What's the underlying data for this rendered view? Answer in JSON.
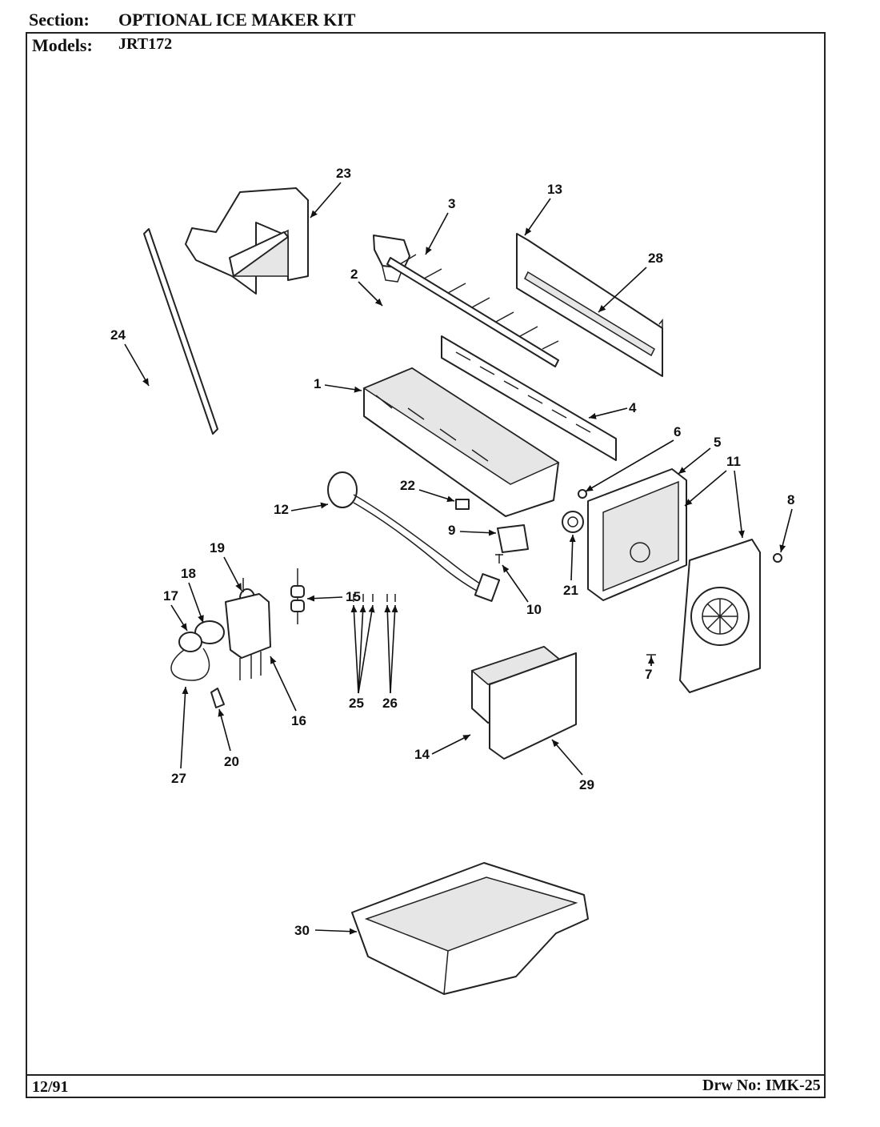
{
  "header": {
    "section_label": "Section:",
    "section_value": "OPTIONAL ICE MAKER KIT",
    "models_label": "Models:",
    "models_value": "JRT172"
  },
  "footer": {
    "date": "12/91",
    "drawing_number": "Drw No: IMK-25"
  },
  "callouts": [
    "1",
    "2",
    "3",
    "4",
    "5",
    "6",
    "7",
    "8",
    "9",
    "10",
    "11",
    "12",
    "13",
    "14",
    "15",
    "16",
    "17",
    "18",
    "19",
    "20",
    "21",
    "22",
    "23",
    "24",
    "25",
    "26",
    "27",
    "28",
    "29",
    "30"
  ]
}
